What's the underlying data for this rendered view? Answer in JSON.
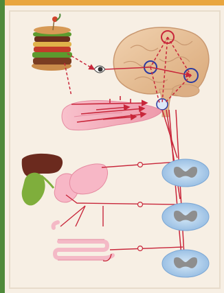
{
  "figure": {
    "colors": {
      "background": "#f7efe4",
      "left_border": "#4f8a3a",
      "top_border": "#e9a63f",
      "nerve": "#c8263a",
      "brain": "#e8c39c",
      "tongue": "#f3a9b8",
      "spinal_cord": "#9cc4e8",
      "liver": "#6b2a1e",
      "gallbladder": "#7fae3c",
      "pancreas_stomach": "#f7b7c6",
      "intestine": "#f4b9c6"
    },
    "parts": [
      "sandwich",
      "eye",
      "brain",
      "tongue",
      "brainstem",
      "liver",
      "gallbladder",
      "stomach",
      "pancreas",
      "intestine",
      "spinal cord"
    ]
  }
}
